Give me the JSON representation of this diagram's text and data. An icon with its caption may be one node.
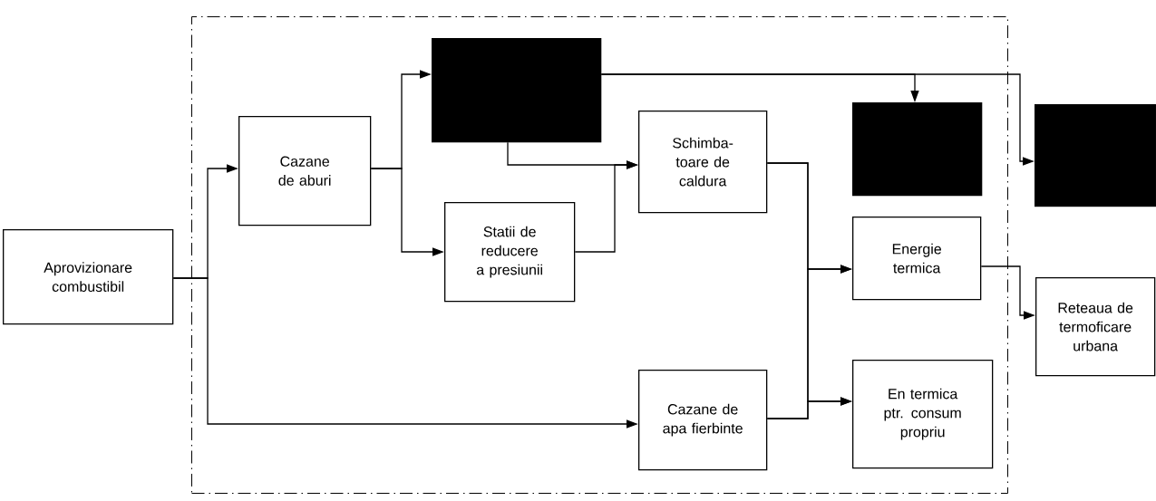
{
  "diagram": {
    "nodes": [
      {
        "text": [
          "Aprovizionare combustibil"
        ]
      },
      {
        "text": [],
        "shape": "box"
      },
      {
        "text": [
          "Cazane de aburi"
        ],
        "in": 1
      },
      {
        "text": [],
        "shape": "box",
        "in": 1
      },
      {
        "text": [
          "Statii de reducere a presiunii"
        ],
        "in": 1
      },
      {
        "text": [
          "Schimba- toare de caldura"
        ],
        "in": 1
      },
      {
        "text": [],
        "shape": "box",
        "in": 1
      },
      {
        "text": [
          "Energie termica"
        ],
        "in": 1
      },
      {
        "text": [
          "Cazane de apa fierbinte"
        ],
        "in": 1
      },
      {
        "text": [
          "En termica ptr. consum propriu"
        ],
        "in": 1
      },
      {
        "text": [],
        "shape": "box"
      },
      {
        "text": [
          "Reteaua de termoficare urbana"
        ]
      }
    ],
    "edges": [
      {
        "from": 0,
        "to": 2,
        "arrow": "to"
      },
      {
        "from": 0,
        "to": 8,
        "arrow": "to"
      },
      {
        "from": 2,
        "to": 3,
        "arrow": "to"
      },
      {
        "from": 2,
        "to": 4,
        "arrow": "to"
      },
      {
        "from": 3,
        "to": 5,
        "arrow": "to"
      },
      {
        "from": 4,
        "to": 5,
        "arrow": "to"
      },
      {
        "from": 5,
        "to": 7,
        "arrow": "to"
      },
      {
        "from": 5,
        "to": 9,
        "arrow": "to"
      },
      {
        "from": 8,
        "to": 7,
        "arrow": "to"
      },
      {
        "from": 8,
        "to": 9,
        "arrow": "to"
      },
      {
        "from": 3,
        "to": 10,
        "arrow": "to"
      },
      {
        "from": 3,
        "to": 6,
        "arrow": "to"
      },
      {
        "from": 7,
        "to": 11,
        "arrow": "to"
      }
    ]
  }
}
